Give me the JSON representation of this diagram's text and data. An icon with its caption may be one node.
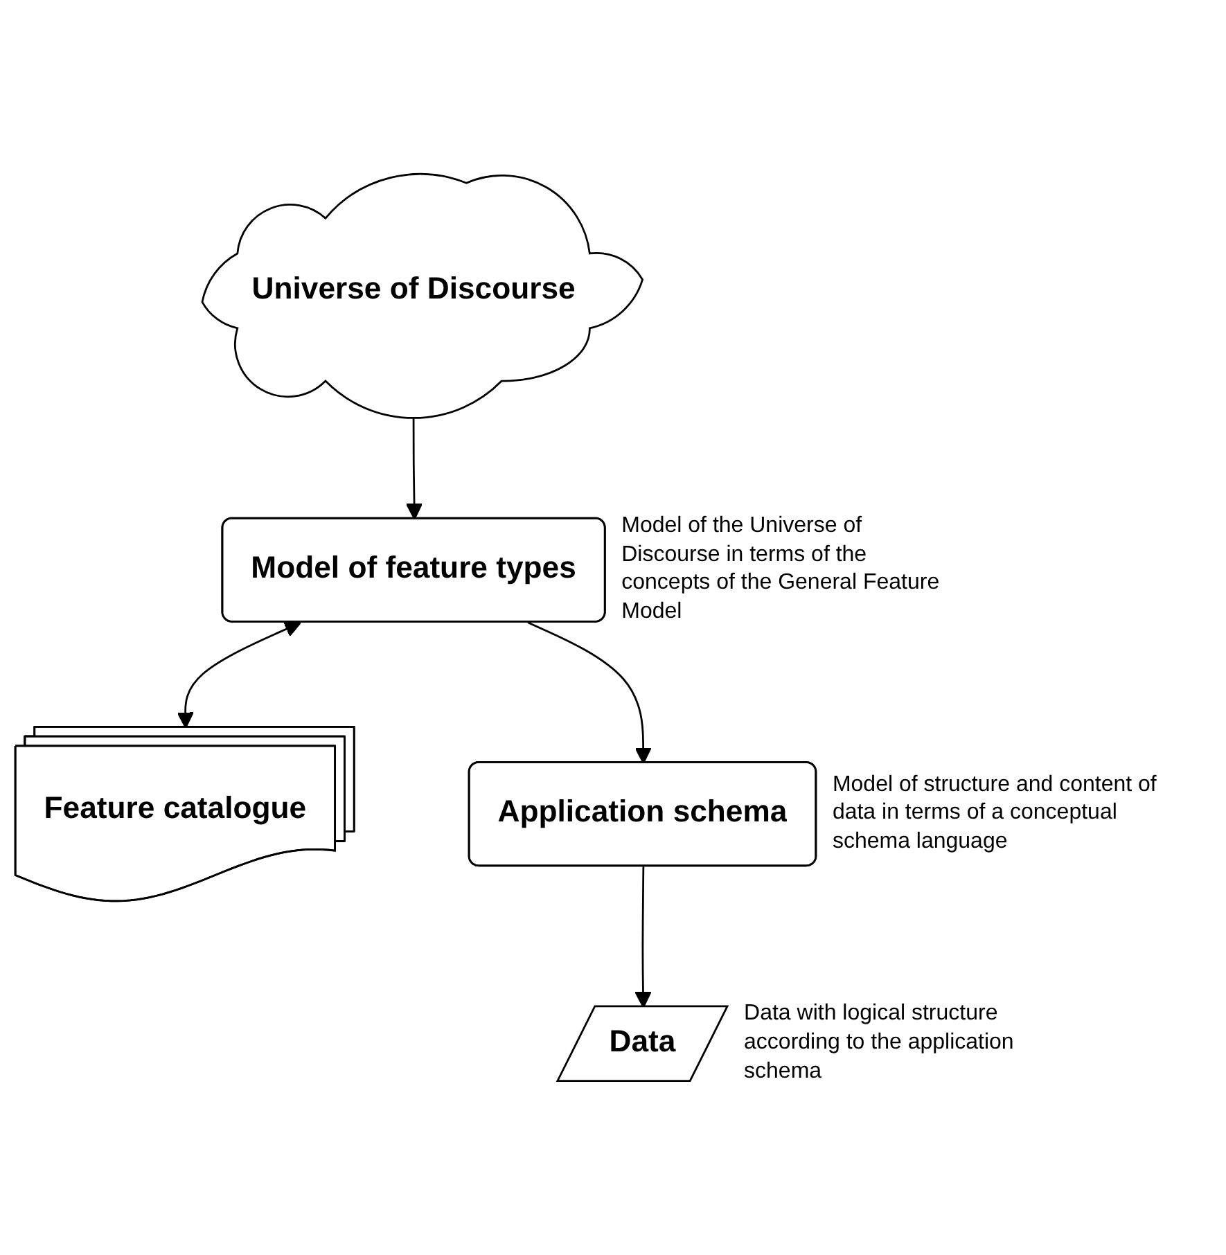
{
  "diagram": {
    "nodes": [
      {
        "text": [
          "Universe of Discourse"
        ]
      },
      {
        "text": [
          "Model of feature types"
        ],
        "beside": [
          "Model of the Universe of Discourse in terms of the concepts of the General Feature Model"
        ]
      },
      {
        "text": [
          "Feature catalogue"
        ]
      },
      {
        "text": [
          "Application schema"
        ],
        "beside": [
          "Model of structure and content of data in terms of a conceptual schema language"
        ]
      },
      {
        "text": [
          "Data"
        ],
        "beside": [
          "Data with logical structure according to the application schema"
        ]
      }
    ],
    "edges": [
      {
        "from": 0,
        "to": 1,
        "arrow": "to"
      },
      {
        "from": 1,
        "to": 2,
        "arrow": "both"
      },
      {
        "from": 1,
        "to": 3,
        "arrow": "to"
      },
      {
        "from": 3,
        "to": 4,
        "arrow": "to"
      }
    ]
  }
}
